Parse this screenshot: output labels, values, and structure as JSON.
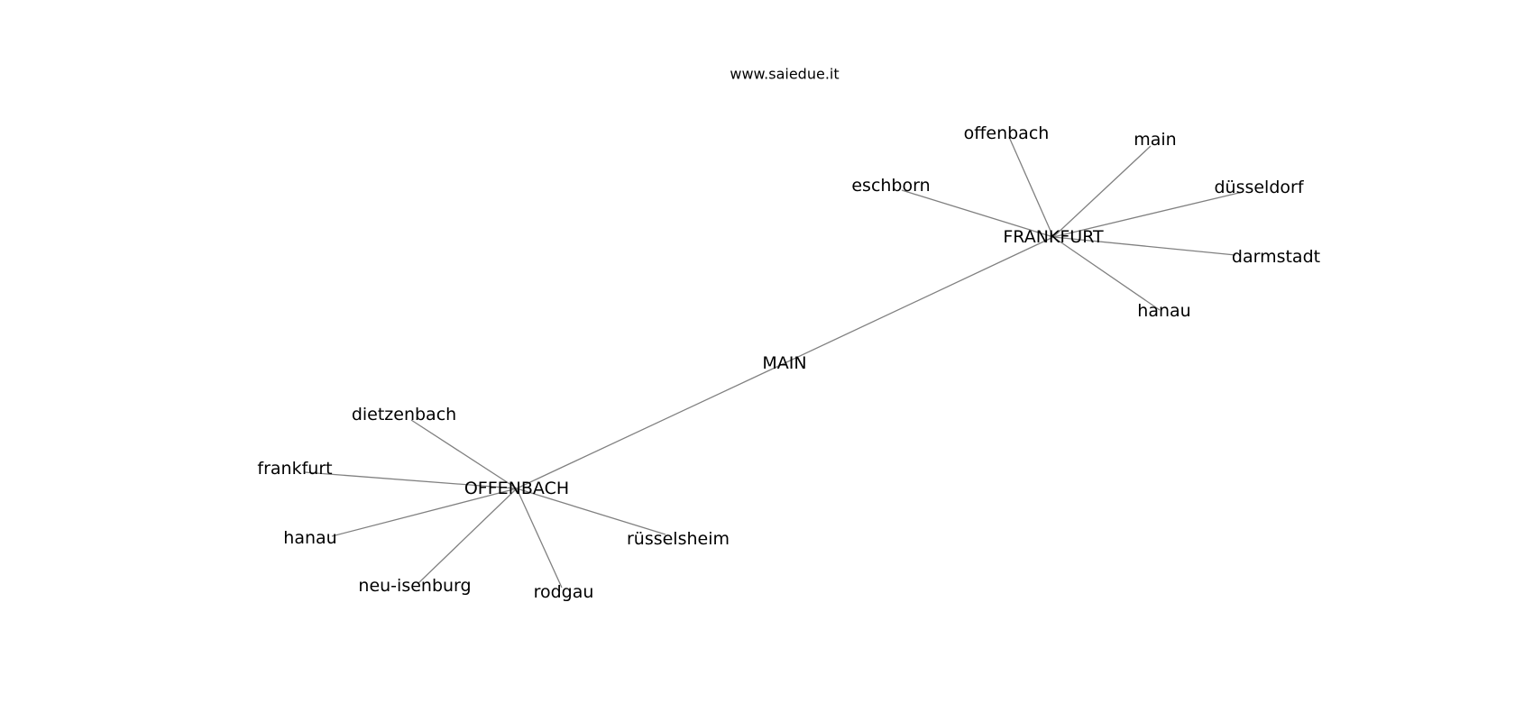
{
  "watermark": "www.saiedue.it",
  "graph": {
    "nodes": [
      {
        "id": "main_hub",
        "label": "MAIN"
      },
      {
        "id": "frankfurt_hub",
        "label": "FRANKFURT"
      },
      {
        "id": "offenbach_hub",
        "label": "OFFENBACH"
      },
      {
        "id": "f_offenbach",
        "label": "offenbach"
      },
      {
        "id": "f_main",
        "label": "main"
      },
      {
        "id": "f_eschborn",
        "label": "eschborn"
      },
      {
        "id": "f_duesseldorf",
        "label": "düsseldorf"
      },
      {
        "id": "f_darmstadt",
        "label": "darmstadt"
      },
      {
        "id": "f_hanau",
        "label": "hanau"
      },
      {
        "id": "o_dietzenbach",
        "label": "dietzenbach"
      },
      {
        "id": "o_frankfurt",
        "label": "frankfurt"
      },
      {
        "id": "o_hanau",
        "label": "hanau"
      },
      {
        "id": "o_neuisenburg",
        "label": "neu-isenburg"
      },
      {
        "id": "o_rodgau",
        "label": "rodgau"
      },
      {
        "id": "o_ruesselsheim",
        "label": "rüsselsheim"
      }
    ],
    "edges": [
      [
        "main_hub",
        "frankfurt_hub"
      ],
      [
        "main_hub",
        "offenbach_hub"
      ],
      [
        "frankfurt_hub",
        "f_offenbach"
      ],
      [
        "frankfurt_hub",
        "f_main"
      ],
      [
        "frankfurt_hub",
        "f_eschborn"
      ],
      [
        "frankfurt_hub",
        "f_duesseldorf"
      ],
      [
        "frankfurt_hub",
        "f_darmstadt"
      ],
      [
        "frankfurt_hub",
        "f_hanau"
      ],
      [
        "offenbach_hub",
        "o_dietzenbach"
      ],
      [
        "offenbach_hub",
        "o_frankfurt"
      ],
      [
        "offenbach_hub",
        "o_hanau"
      ],
      [
        "offenbach_hub",
        "o_neuisenburg"
      ],
      [
        "offenbach_hub",
        "o_rodgau"
      ],
      [
        "offenbach_hub",
        "o_ruesselsheim"
      ]
    ]
  }
}
